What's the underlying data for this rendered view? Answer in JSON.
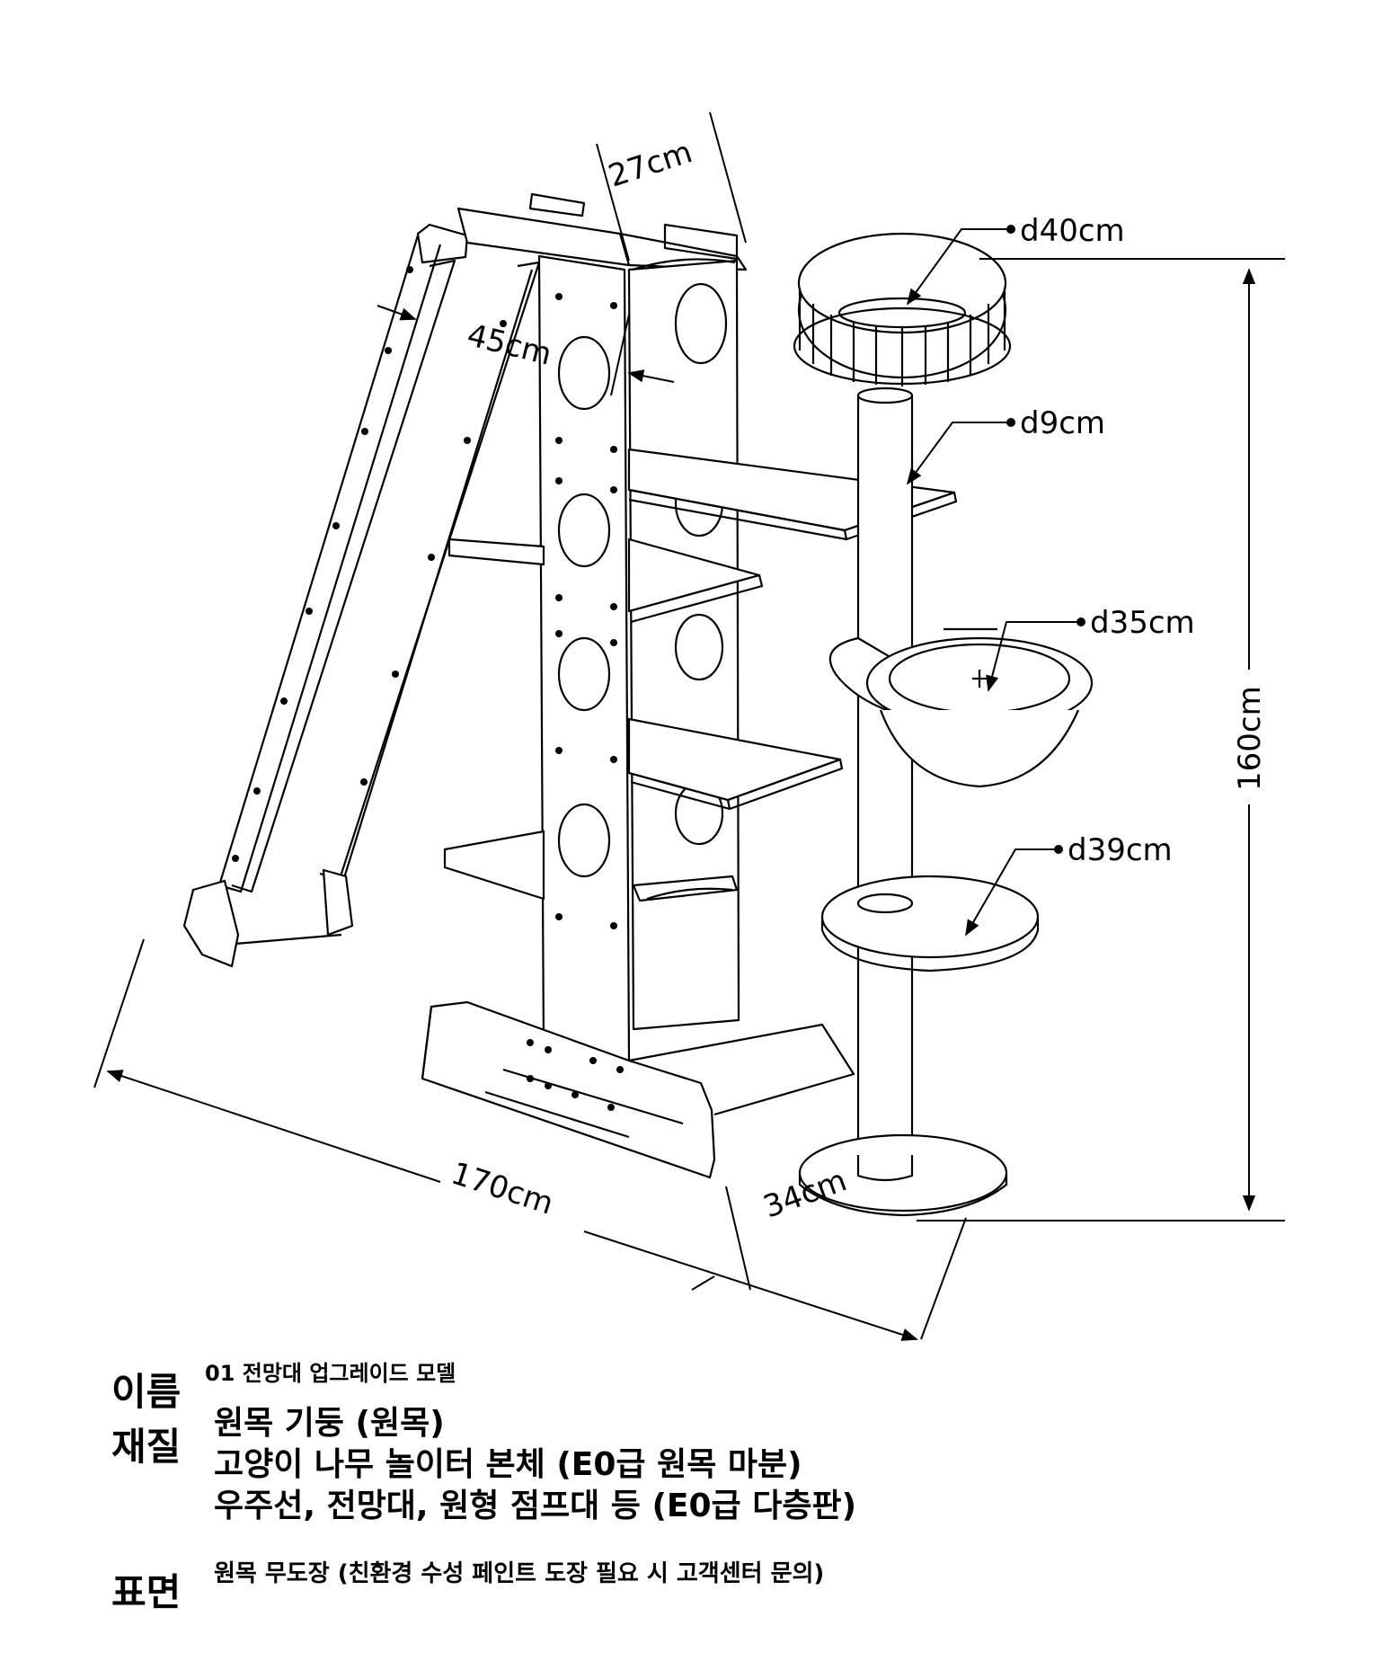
{
  "dimensions": {
    "depth_top": "27cm",
    "side_width": "45cm",
    "total_width": "170cm",
    "base_depth": "34cm",
    "height": "160cm",
    "spaceship_diameter": "d40cm",
    "pole_diameter": "d9cm",
    "bowl_diameter": "d35cm",
    "round_step_diameter": "d39cm"
  },
  "specs": {
    "name_label": "이름",
    "name_value": "01 전망대 업그레이드 모델",
    "material_label": "재질",
    "material_lines": [
      "원목 기둥 (원목)",
      "고양이 나무 놀이터 본체 (E0급 원목 마분)",
      "우주선, 전망대, 원형 점프대 등 (E0급 다층판)"
    ],
    "surface_label": "표면",
    "surface_value": "원목 무도장 (친환경 수성 페인트 도장 필요 시 고객센터 문의)"
  }
}
